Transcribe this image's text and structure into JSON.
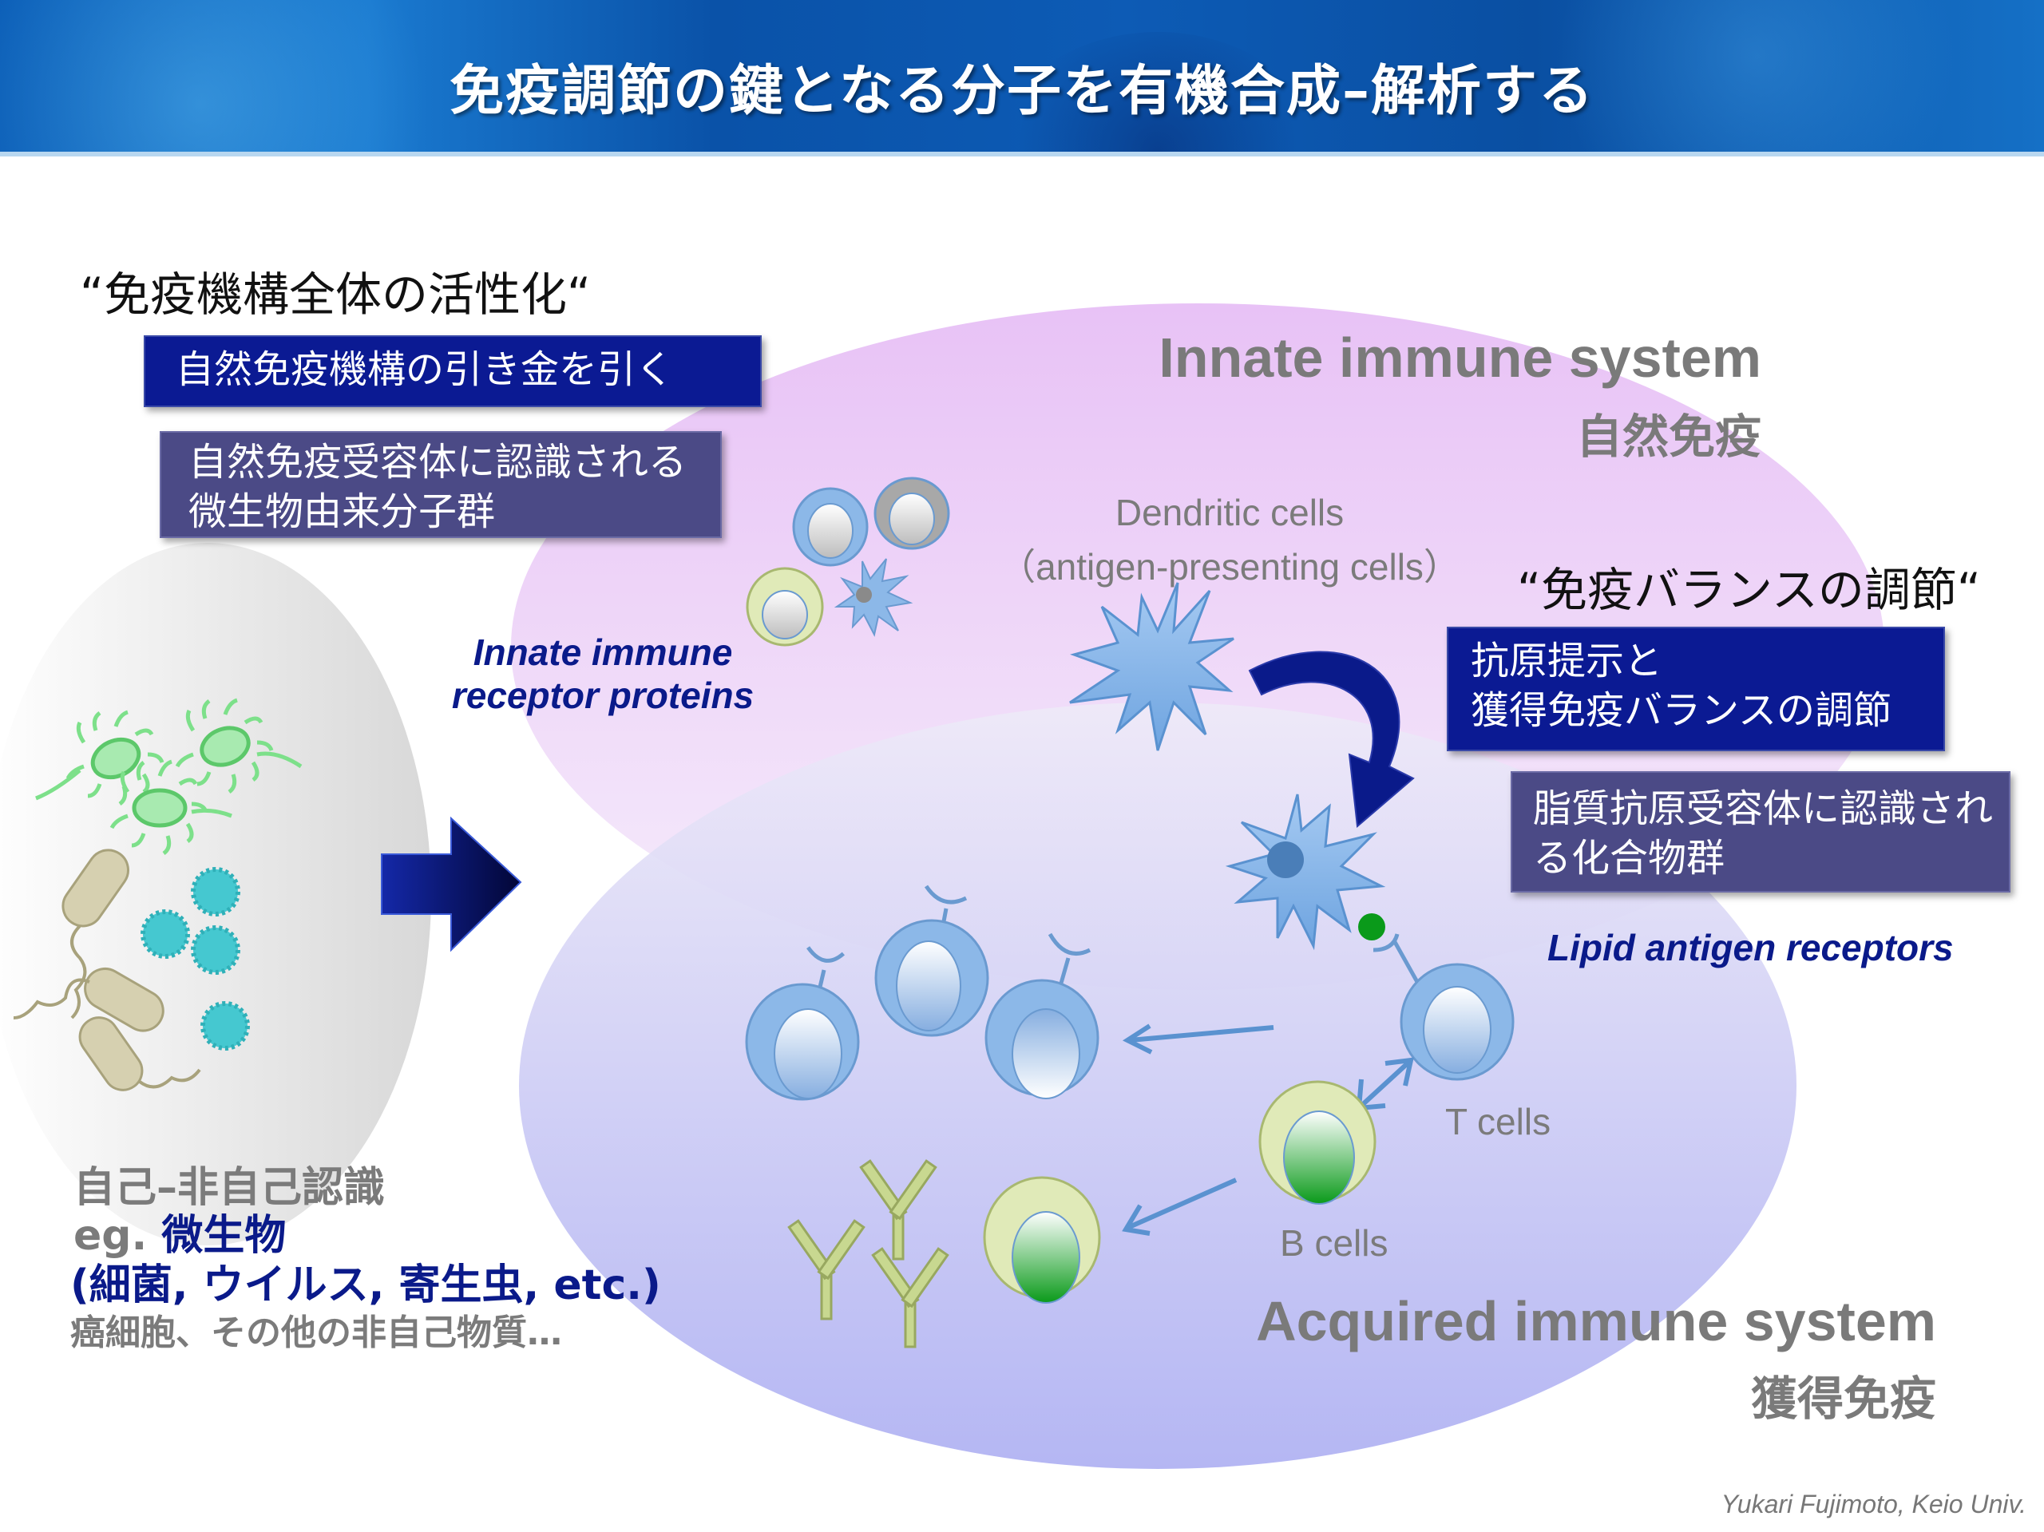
{
  "header": {
    "title": "免疫調節の鍵となる分子を有機合成–解析する"
  },
  "left_panel": {
    "heading": "“免疫機構全体の活性化“",
    "box_primary": "自然免疫機構の引き金を引く",
    "box_secondary_lines": [
      "自然免疫受容体に認識される",
      "微生物由来分子群"
    ],
    "self_nonself_title": "自己–非自己認識",
    "eg_prefix": "eg.",
    "eg_microbes": "微生物",
    "microbe_examples": "(細菌, ウイルス, 寄生虫, etc.)",
    "other_targets": "癌細胞、その他の非自己物質…"
  },
  "innate": {
    "title": "Innate immune system",
    "subtitle": "自然免疫",
    "receptor_label_lines": [
      "Innate immune",
      "receptor proteins"
    ],
    "dendritic_label_lines": [
      "Dendritic cells",
      "（antigen-presenting cells）"
    ]
  },
  "right_panel": {
    "heading": "“免疫バランスの調節“",
    "box_primary_lines": [
      "抗原提示と",
      "獲得免疫バランスの調節"
    ],
    "box_secondary_lines": [
      "脂質抗原受容体に認識され",
      "る化合物群"
    ],
    "lipid_label": "Lipid antigen receptors"
  },
  "acquired": {
    "title": "Acquired immune system",
    "subtitle": "獲得免疫",
    "t_cells_label": "T cells",
    "b_cells_label": "B cells"
  },
  "credit": "Yukari Fujimoto, Keio Univ.",
  "colors": {
    "header_blue": "#0c5fb8",
    "box_dark_blue": "#0b1a93",
    "box_slate": "#4b4a86",
    "innate_pink": "#ecc8f5",
    "acquired_lavender": "#b8b8f5",
    "cell_blue": "#8cb8e8",
    "b_cell_green": "#0a9a1a",
    "microbe_green": "#7de08a",
    "virus_teal": "#45c8d0",
    "arrow_navy": "#0a1a8a",
    "label_gray": "#7b7b7b"
  }
}
